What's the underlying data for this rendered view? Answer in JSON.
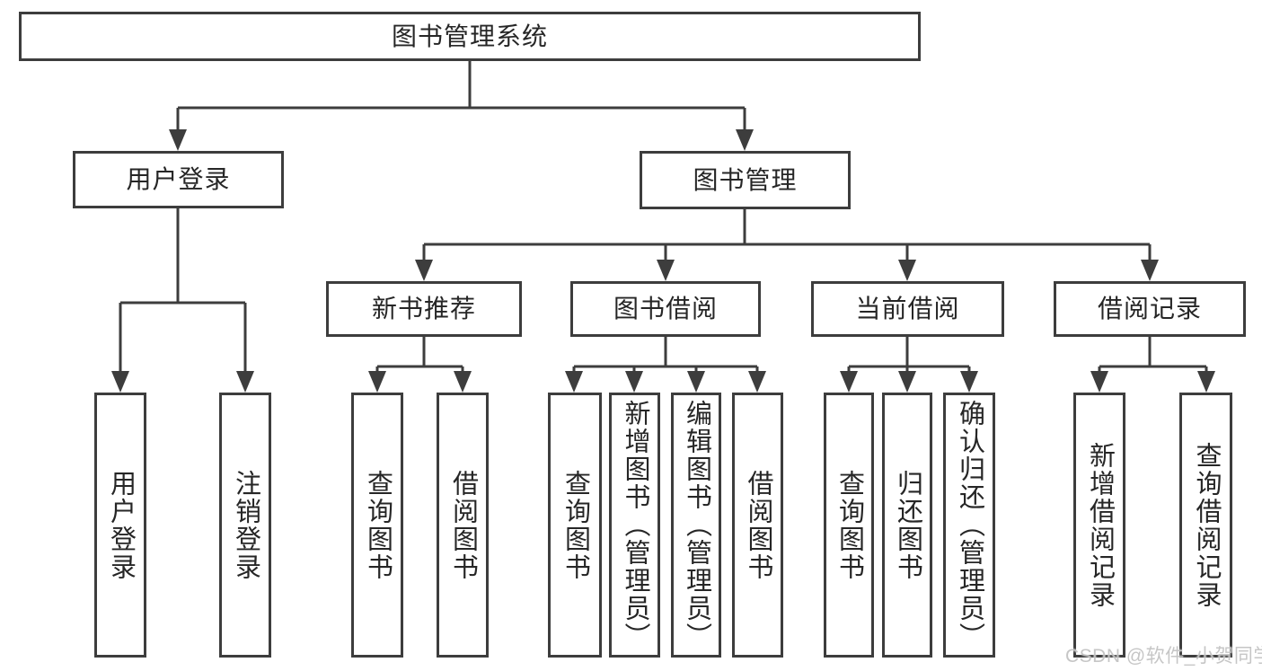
{
  "tree": {
    "root": {
      "label": "图书管理系统"
    },
    "branches": [
      {
        "label": "用户登录",
        "children": [
          "用户登录",
          "注销登录"
        ]
      },
      {
        "label": "图书管理",
        "sections": [
          {
            "label": "新书推荐",
            "children": [
              "查询图书",
              "借阅图书"
            ]
          },
          {
            "label": "图书借阅",
            "children": [
              "查询图书",
              "新增图书（管理员）",
              "编辑图书（管理员）",
              "借阅图书"
            ]
          },
          {
            "label": "当前借阅",
            "children": [
              "查询图书",
              "归还图书",
              "确认归还（管理员）"
            ]
          },
          {
            "label": "借阅记录",
            "children": [
              "新增借阅记录",
              "查询借阅记录"
            ]
          }
        ]
      }
    ]
  },
  "watermark": "CSDN @软件_小贺同学",
  "colors": {
    "line": "#3d3d3d",
    "text": "#262626",
    "background": "#ffffff",
    "watermark": "#c3c3c3"
  }
}
